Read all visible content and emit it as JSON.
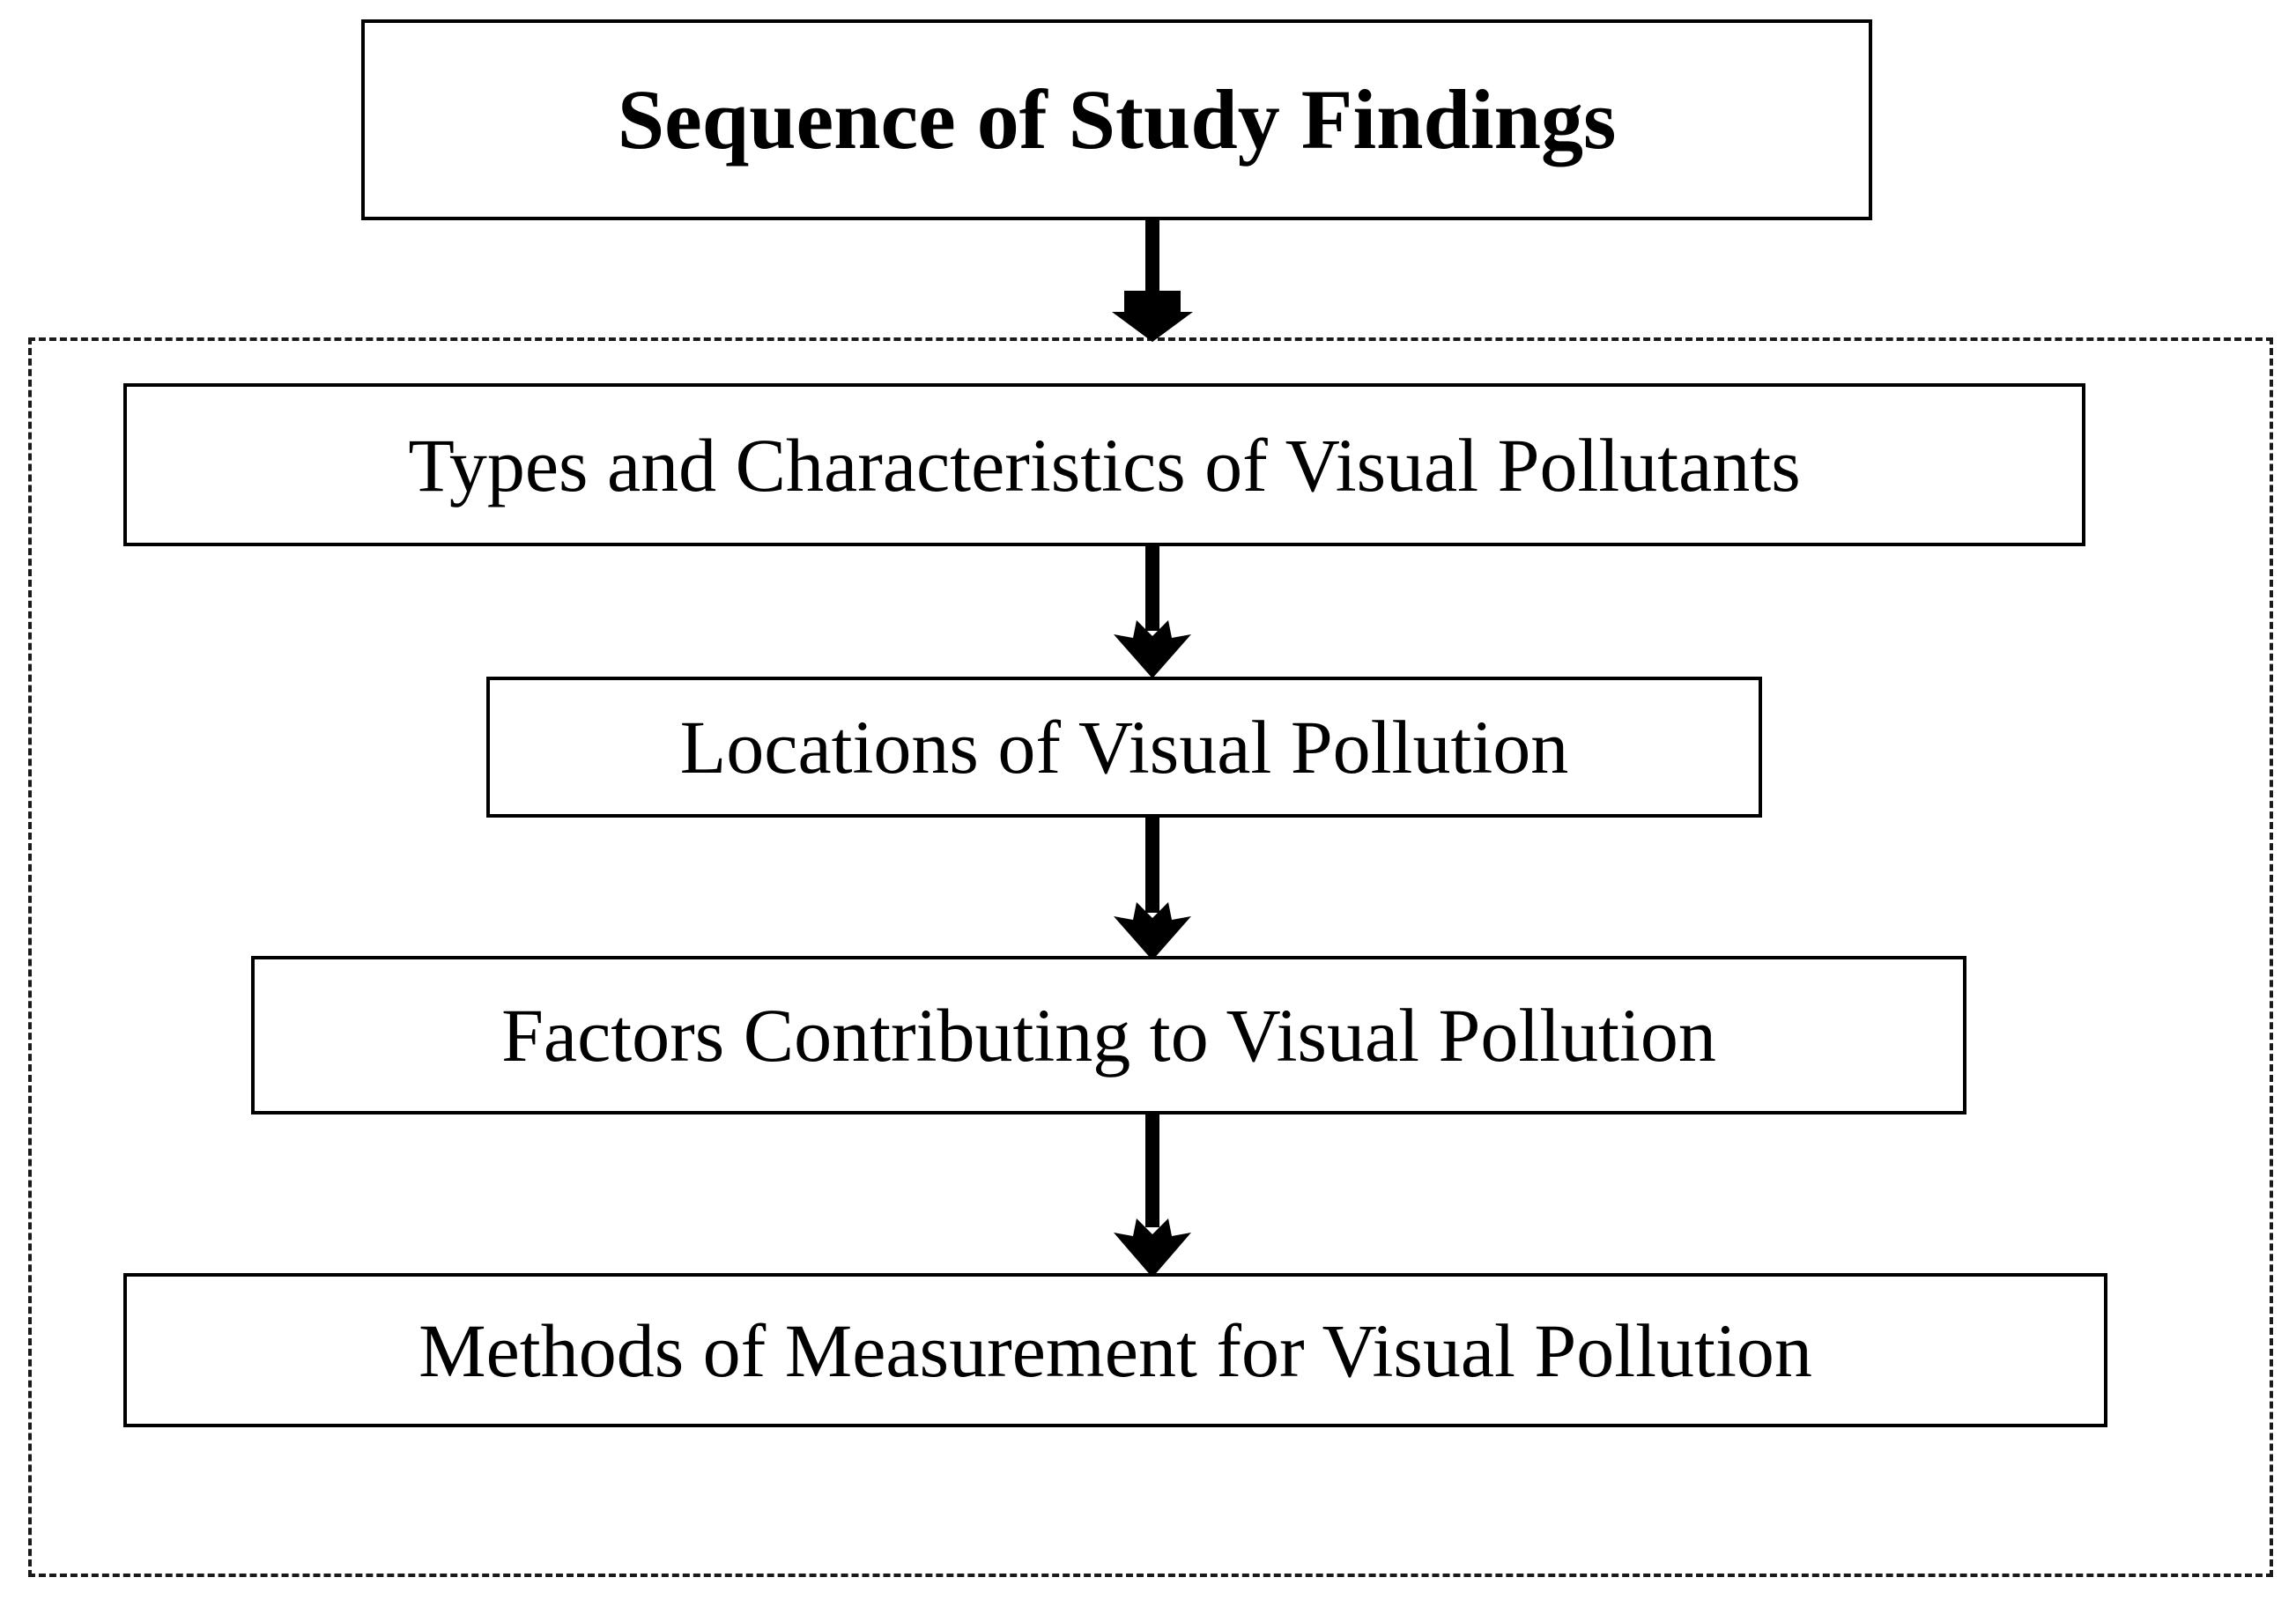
{
  "diagram": {
    "title": "Sequence of Study Findings",
    "title_style": "bold-serif-boxed",
    "container": {
      "border_style": "dashed",
      "border_color": "#1a1a1a"
    },
    "palette": {
      "background": "#ffffff",
      "stroke": "#000000",
      "dashed_stroke": "#1a1a1a",
      "text": "#000000"
    },
    "steps": [
      {
        "id": "step-1",
        "label": "Types and Characteristics of Visual Pollutants"
      },
      {
        "id": "step-2",
        "label": "Locations of Visual Pollution"
      },
      {
        "id": "step-3",
        "label": "Factors Contributing to Visual Pollution"
      },
      {
        "id": "step-4",
        "label": "Methods of Measurement for Visual Pollution"
      }
    ],
    "connectors": [
      {
        "id": "connector-title-to-step-1",
        "from": "title",
        "to": "step-1",
        "head": "solid-triangle",
        "direction": "down"
      },
      {
        "id": "connector-step-1-to-step-2",
        "from": "step-1",
        "to": "step-2",
        "head": "barbed",
        "direction": "down"
      },
      {
        "id": "connector-step-2-to-step-3",
        "from": "step-2",
        "to": "step-3",
        "head": "barbed",
        "direction": "down"
      },
      {
        "id": "connector-step-3-to-step-4",
        "from": "step-3",
        "to": "step-4",
        "head": "barbed",
        "direction": "down"
      }
    ]
  }
}
